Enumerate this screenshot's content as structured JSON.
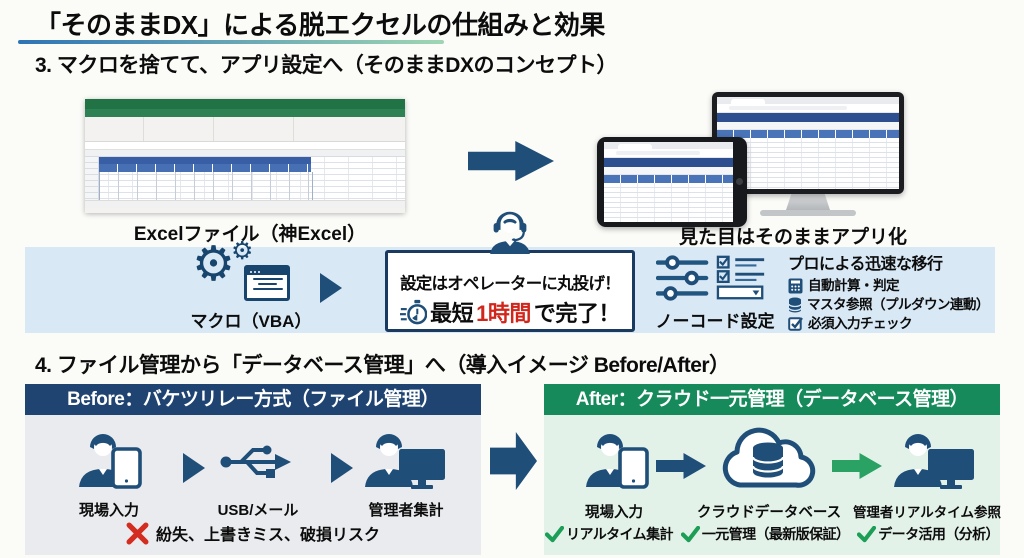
{
  "page": {
    "title": "「そのままDX」による脱エクセルの仕組みと効果"
  },
  "icons": {
    "gear_large": "⚙",
    "gear_small": "⚙"
  },
  "colors": {
    "accent_navy": "#1f4e79",
    "band_blue": "#d8e8f5",
    "highlight_red": "#d0261c",
    "before_header_navy": "#1f4472",
    "after_header_green": "#168a5a",
    "check_green": "#1d9e57",
    "excel_green": "#217346",
    "underline_gradient": [
      "#2e74b5",
      "#9fd6b4"
    ]
  },
  "section3": {
    "heading": "3. マクロを捨てて、アプリ設定へ（そのままDXのコンセプト）",
    "excel_caption": "Excelファイル（神Excel）",
    "devices_caption": "見た目はそのままアプリ化",
    "macro_label": "マクロ（VBA）",
    "callout": {
      "line1": "設定はオペレーターに丸投げ！",
      "line2_prefix": "最短",
      "line2_highlight": "1時間",
      "line2_suffix": "で完了！"
    },
    "nocode_label": "ノーコード設定",
    "benefits_title": "プロによる迅速な移行",
    "benefits": [
      {
        "icon": "calculator-icon",
        "label": "自動計算・判定"
      },
      {
        "icon": "database-icon",
        "label": "マスタ参照（プルダウン連動）"
      },
      {
        "icon": "checkbox-icon",
        "label": "必須入力チェック"
      }
    ]
  },
  "section4": {
    "heading": "4. ファイル管理から「データベース管理」へ（導入イメージ Before/After）",
    "before": {
      "title": "Before：バケツリレー方式（ファイル管理）",
      "steps": [
        "現場入力",
        "USB/メール",
        "管理者集計"
      ],
      "risk": "紛失、上書きミス、破損リスク"
    },
    "after": {
      "title": "After：クラウド一元管理（データベース管理）",
      "steps": [
        "現場入力",
        "クラウドデータベース",
        "管理者リアルタイム参照"
      ],
      "checks": [
        "リアルタイム集計",
        "一元管理（最新版保証）",
        "データ活用（分析）"
      ]
    }
  }
}
